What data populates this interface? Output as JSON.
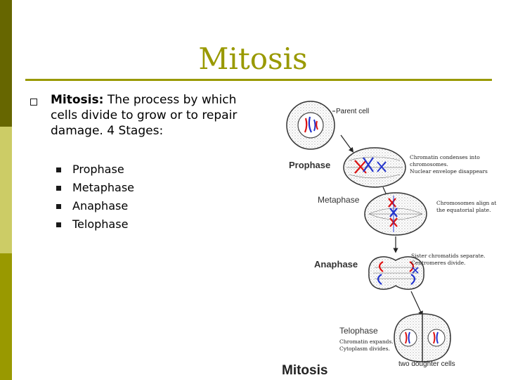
{
  "slide": {
    "title": "Mitosis",
    "bullet": {
      "term": "Mitosis:",
      "text": " The process by which cells divide to grow or to repair damage. 4 Stages:"
    },
    "stages": [
      "Prophase",
      "Metaphase",
      "Anaphase",
      "Telophase"
    ]
  },
  "figure": {
    "parent_cell": "Parent cell",
    "prophase": "Prophase",
    "prophase_note_1": "Chromatin condenses into",
    "prophase_note_2": "chromosomes.",
    "prophase_note_3": "Nuclear envelope disappears",
    "metaphase": "Metaphase",
    "metaphase_note_1": "Chromosomes align at",
    "metaphase_note_2": "the equatorial plate.",
    "anaphase": "Anaphase",
    "anaphase_note_1": "Sister chromatids separate.",
    "anaphase_note_2": "Centromeres divide.",
    "telophase": "Telophase",
    "telophase_note_1": "Chromatin expands.",
    "telophase_note_2": "Cytoplasm divides.",
    "daughter_cells": "two doughter cells",
    "caption": "Mitosis"
  },
  "colors": {
    "accent": "#999900",
    "bar_dark": "#666600",
    "bar_light": "#cccc66",
    "chromosome_red": "#dd1111",
    "chromosome_blue": "#2233cc"
  }
}
